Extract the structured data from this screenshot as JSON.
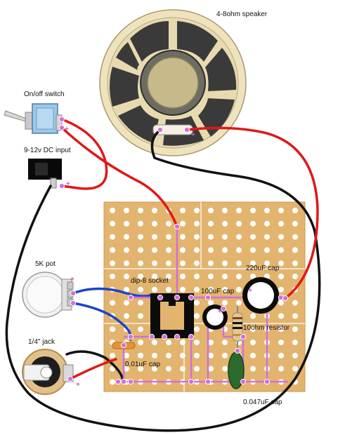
{
  "labels": {
    "speaker": "4-8ohm speaker",
    "switch": "On/off switch",
    "dc_input": "9-12v DC input",
    "pot": "5K pot",
    "jack": "1/4\" jack",
    "socket": "dip-8 socket",
    "cap_100": "100uF cap",
    "cap_220": "220uF cap",
    "resistor": "10ohm resistor",
    "cap_001": "0.01uF cap",
    "cap_0047": "0.047uF cap"
  },
  "polarity": {
    "plus": "+"
  },
  "colors": {
    "board": "#e3b46e",
    "board_edge": "#c9974f",
    "hole": "#ffffff",
    "jumper": "#d070d8",
    "wire_red": "#e01818",
    "wire_black": "#111111",
    "wire_blue": "#1a44c8",
    "speaker_rim": "#efe3bd",
    "speaker_dark": "#3a3a3a",
    "speaker_cone": "#c8b98a"
  },
  "icons": [
    "speaker-icon",
    "toggle-switch-icon",
    "dc-jack-icon",
    "potentiometer-icon",
    "audio-jack-icon",
    "ic-socket-icon",
    "electrolytic-capacitor-icon",
    "ceramic-capacitor-icon",
    "resistor-icon",
    "film-capacitor-icon"
  ]
}
